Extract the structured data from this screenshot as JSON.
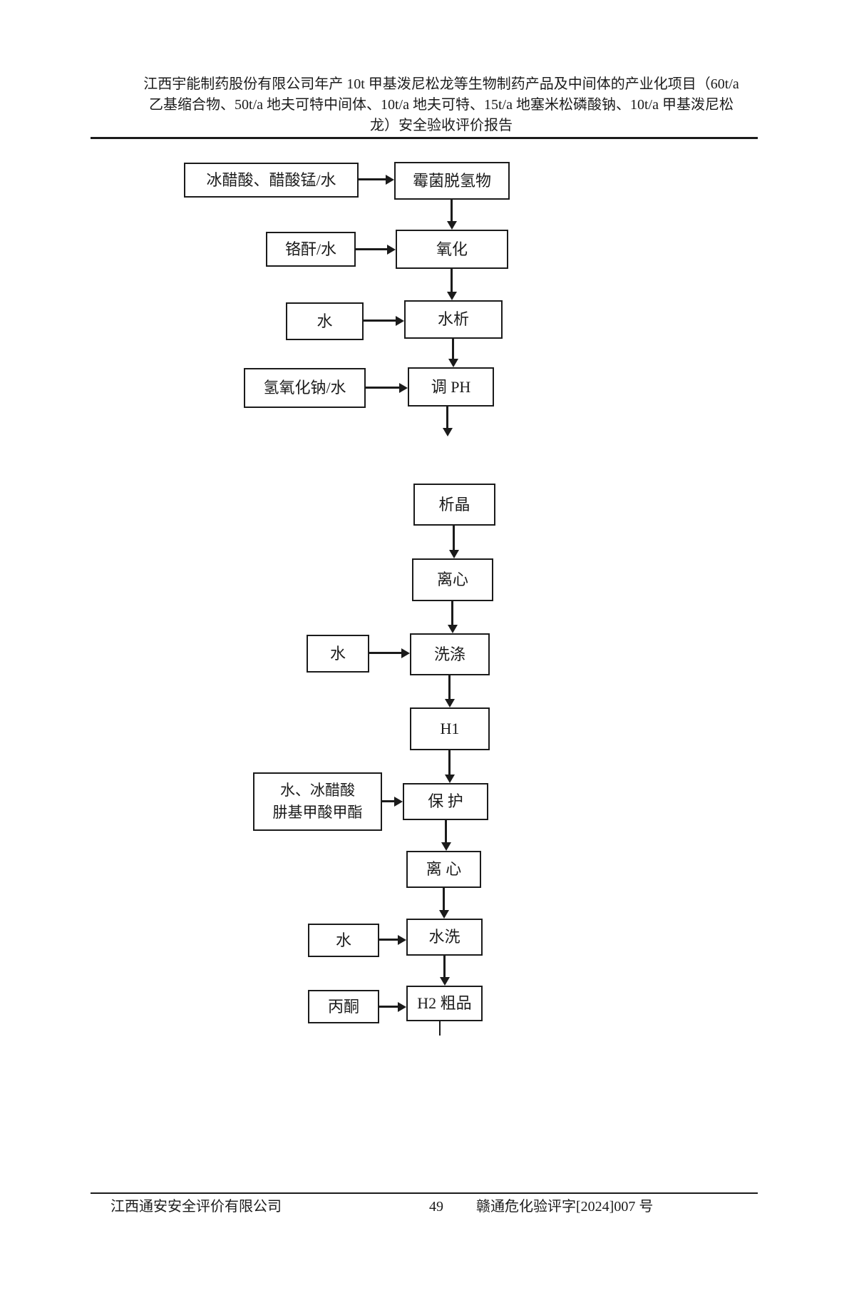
{
  "header": {
    "lines": [
      "江西宇能制药股份有限公司年产 10t 甲基泼尼松龙等生物制药产品及中间体的产业化项目（60t/a",
      "乙基缩合物、50t/a 地夫可特中间体、10t/a 地夫可特、15t/a 地塞米松磷酸钠、10t/a 甲基泼尼松",
      "龙）安全验收评价报告"
    ]
  },
  "flowchart": {
    "inputs": {
      "acetic_manganese": "冰醋酸、醋酸锰/水",
      "chromic_anhydride": "铬酐/水",
      "water_1": "水",
      "sodium_hydroxide": "氢氧化钠/水",
      "water_2": "水",
      "water_acetic_hydrazide": "水、冰醋酸\n肼基甲酸甲酯",
      "water_3": "水",
      "acetone": "丙酮"
    },
    "steps": {
      "mold_dehydrogenate": "霉菌脱氢物",
      "oxidation": "氧化",
      "water_precipitation": "水析",
      "adjust_ph": "调 PH",
      "crystallization": "析晶",
      "centrifuge_1": "离心",
      "washing": "洗涤",
      "h1": "H1",
      "protection": "保 护",
      "centrifuge_2": "离 心",
      "water_wash": "水洗",
      "h2_crude": "H2 粗品"
    }
  },
  "footer": {
    "company": "江西通安安全评价有限公司",
    "page_number": "49",
    "doc_number": "赣通危化验评字[2024]007 号"
  }
}
